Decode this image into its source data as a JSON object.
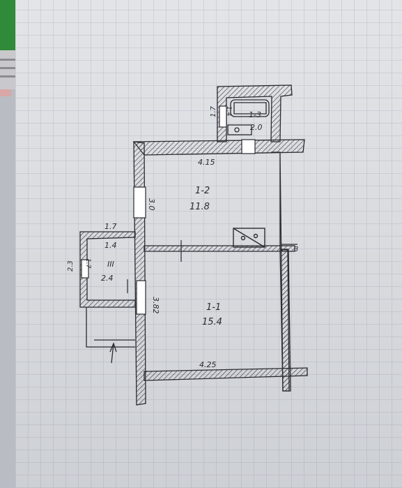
{
  "plan": {
    "rooms": [
      {
        "id": "1-1",
        "area": "15.4"
      },
      {
        "id": "1-2",
        "area": "11.8"
      },
      {
        "id": "1-3",
        "area": "2.0"
      },
      {
        "id": "III",
        "area": "2.4"
      }
    ],
    "dimensions": {
      "room12_width": "4.15",
      "room12_side": "3.0",
      "room11_side": "3.82",
      "room11_width": "4.25",
      "room3_top": "1.7",
      "room3_inner": "1.4",
      "room3_side": "2.3",
      "room3_side_inner": "1.7",
      "bath_side": "1.7",
      "bath_side_inner": "1.4"
    },
    "marks": {
      "section": "3"
    }
  },
  "colors": {
    "ink": "#2a2a30",
    "hatch": "#4a4a52",
    "pen": "#2f8a3a"
  }
}
